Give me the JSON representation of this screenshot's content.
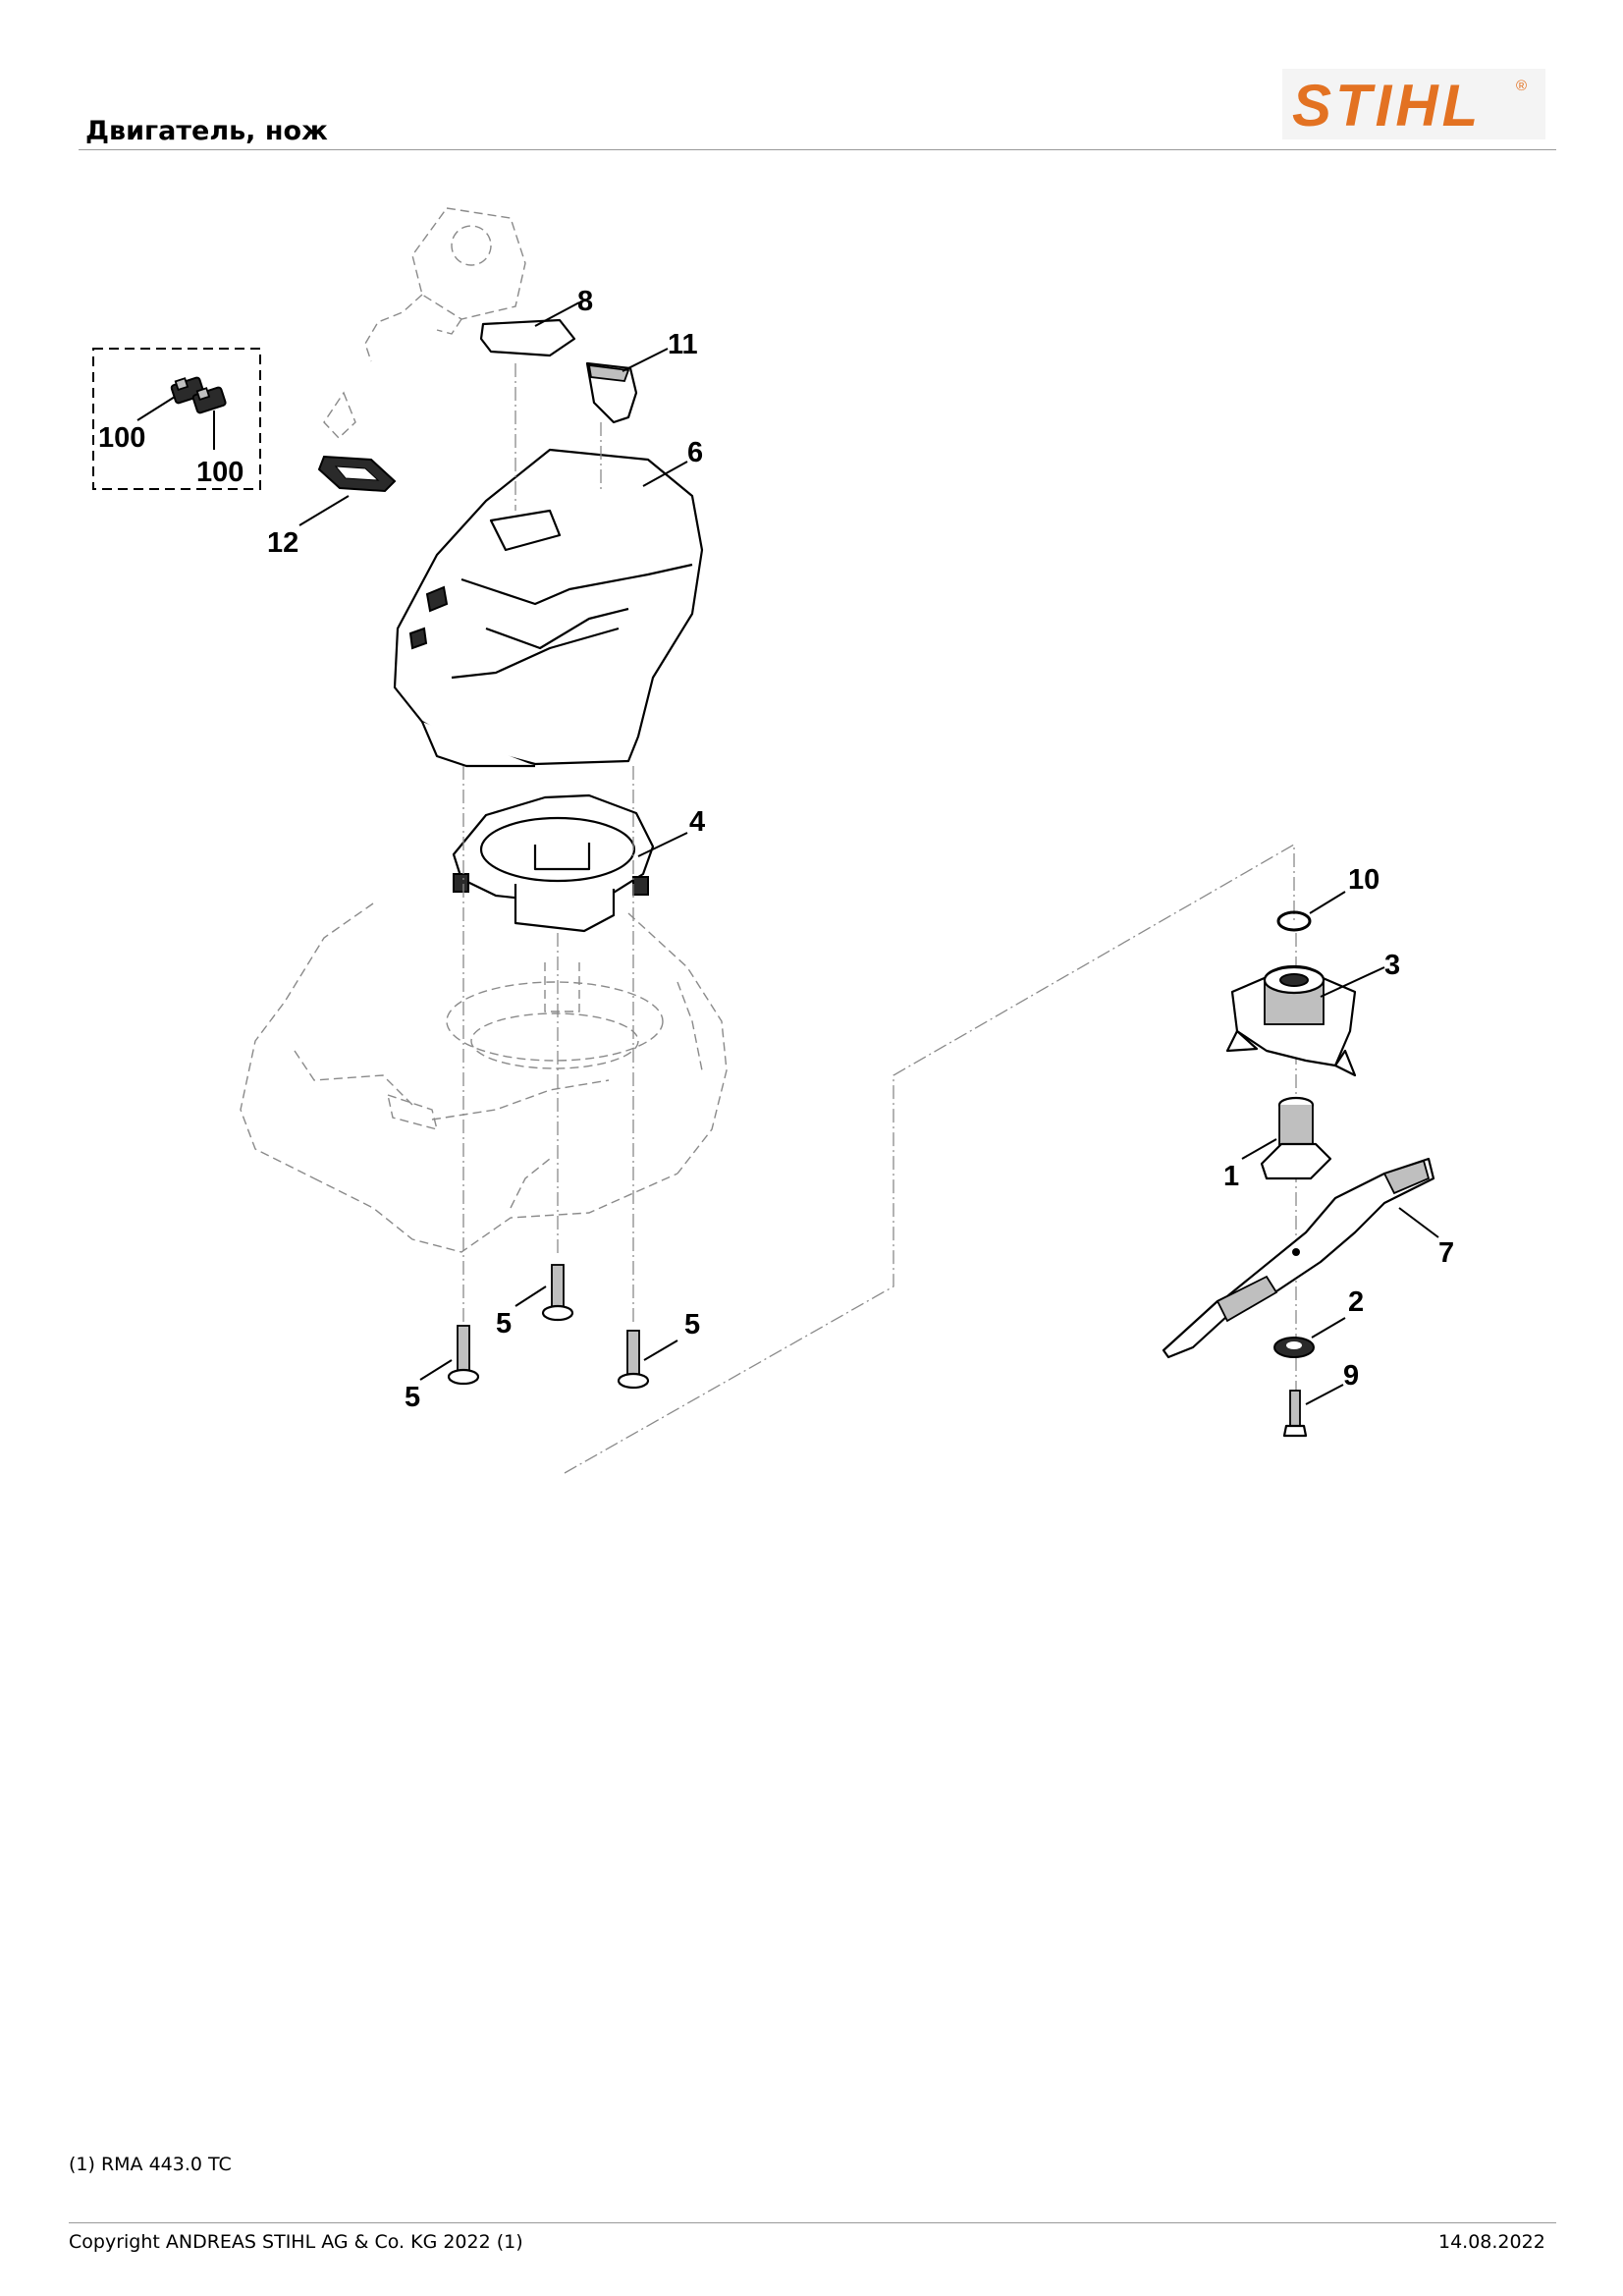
{
  "header": {
    "title": "Двигатель, нож",
    "logo_text": "STIHL",
    "logo_mark": "®",
    "brand_color": "#e37222"
  },
  "diagram": {
    "callouts": {
      "p1": "1",
      "p2": "2",
      "p3": "3",
      "p4": "4",
      "p5a": "5",
      "p5b": "5",
      "p5c": "5",
      "p6": "6",
      "p7": "7",
      "p8": "8",
      "p9": "9",
      "p10": "10",
      "p11": "11",
      "p12": "12",
      "p100a": "100",
      "p100b": "100"
    }
  },
  "footnote": "(1) RMA 443.0 TC",
  "footer": {
    "copyright": "Copyright ANDREAS STIHL AG & Co. KG 2022 (1)",
    "date": "14.08.2022"
  }
}
